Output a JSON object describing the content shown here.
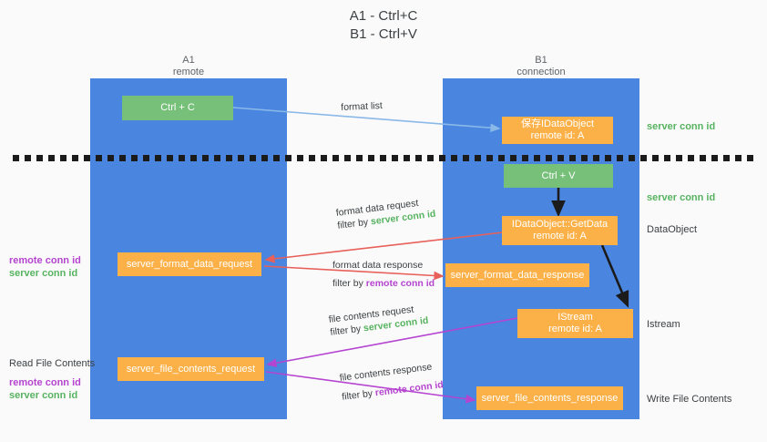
{
  "title": {
    "line1": "A1 - Ctrl+C",
    "line2": "B1 - Ctrl+V"
  },
  "columns": [
    {
      "name": "A1",
      "sub": "remote"
    },
    {
      "name": "B1",
      "sub": "connection"
    }
  ],
  "boxes": {
    "ctrl_c": "Ctrl + C",
    "ctrl_v": "Ctrl + V",
    "save_idataobject_l1": "保存IDataObject",
    "save_idataobject_l2": "remote id: A",
    "getdata_l1": "IDataObject::GetData",
    "getdata_l2": "remote id: A",
    "istream_l1": "IStream",
    "istream_l2": "remote id: A",
    "server_format_data_request": "server_format_data_request",
    "server_format_data_response": "server_format_data_response",
    "server_file_contents_request": "server_file_contents_request",
    "server_file_contents_response": "server_file_contents_response"
  },
  "right_labels": {
    "server_conn_id_top": "server conn id",
    "server_conn_id_mid": "server conn id",
    "dataobject": "DataObject",
    "istream": "Istream",
    "write_file_contents": "Write File Contents"
  },
  "left_labels": {
    "remote_conn_id_1": "remote conn id",
    "server_conn_id_1": "server conn id",
    "read_file_contents": "Read File Contents",
    "remote_conn_id_2": "remote conn id",
    "server_conn_id_2": "server conn id"
  },
  "captions": {
    "format_list": "format list",
    "format_data_request": "format data request",
    "filter_by": "filter by ",
    "server_conn_id": "server conn id",
    "format_data_response": "format data response",
    "remote_conn_id": "remote conn id",
    "file_contents_request": "file contents request",
    "file_contents_response": "file contents response"
  },
  "colors": {
    "lane": "#4a86e0",
    "green_box": "#77c07a",
    "orange_box": "#fbb148",
    "server_conn_id": "#57b360",
    "remote_conn_id": "#b544d0",
    "arrow_light_blue": "#8ab8e8",
    "arrow_red": "#e8605a",
    "arrow_magenta": "#b544d0",
    "arrow_black": "#1b1b1b",
    "background": "#fafafa"
  }
}
